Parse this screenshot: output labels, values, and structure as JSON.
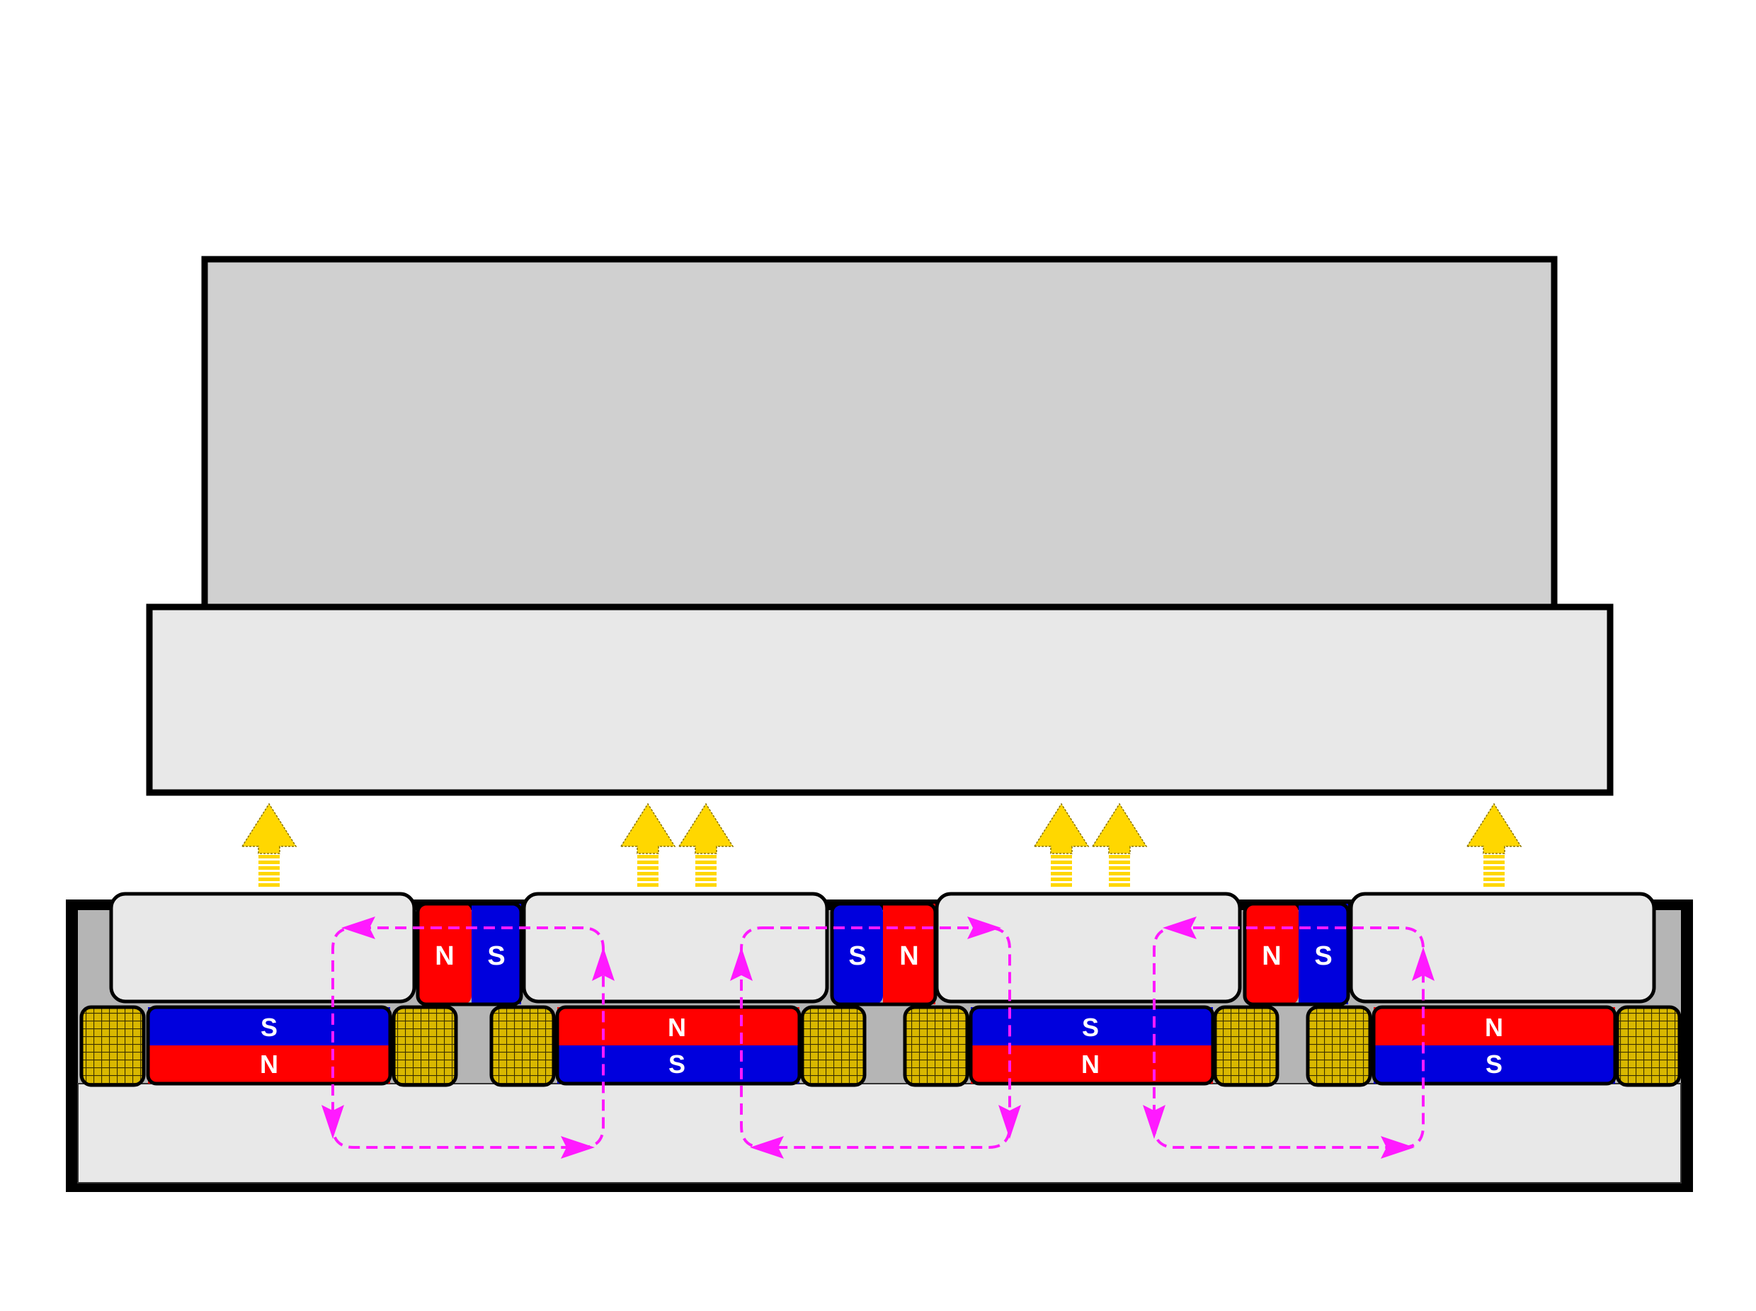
{
  "colors": {
    "north": "#ff0000",
    "south": "#0000dd",
    "flux": "#ff1aff",
    "force_arrow": "#ffd700",
    "coil": "#d4b300",
    "workpiece": "#d0d0d0",
    "pole_plate": "#e8e8e8",
    "frame": "#000000",
    "frame_inner": "#b5b5b5"
  },
  "icons": {
    "force_arrow": "up-arrow-icon",
    "flux_path": "dashed-loop-arrow"
  },
  "vertical_magnets": [
    {
      "left": "N",
      "right": "S"
    },
    {
      "left": "S",
      "right": "N"
    },
    {
      "left": "N",
      "right": "S"
    }
  ],
  "horizontal_magnets": [
    {
      "top": "S",
      "bottom": "N"
    },
    {
      "top": "N",
      "bottom": "S"
    },
    {
      "top": "S",
      "bottom": "N"
    },
    {
      "top": "N",
      "bottom": "S"
    }
  ],
  "force_arrow_groups": [
    1,
    2,
    2,
    1
  ],
  "flux_loops": [
    {
      "direction": "clockwise"
    },
    {
      "direction": "counterclockwise"
    },
    {
      "direction": "clockwise"
    }
  ]
}
